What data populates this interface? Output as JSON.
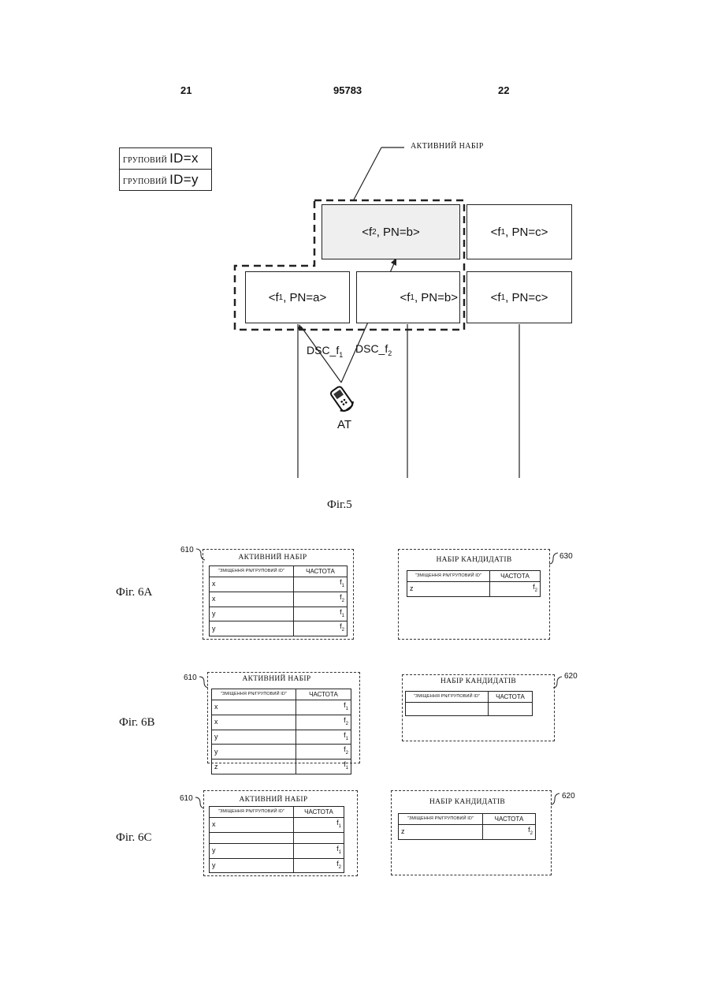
{
  "header": {
    "left_page": "21",
    "doc_number": "95783",
    "right_page": "22"
  },
  "legend": [
    {
      "label": "ГРУПОВИЙ",
      "id": "ID=x"
    },
    {
      "label": "ГРУПОВИЙ",
      "id": "ID=y"
    }
  ],
  "fig5": {
    "active_set_label": "АКТИВНИЙ НАБІР",
    "cells": [
      {
        "f": "f",
        "sub": "2",
        "pn": ", PN=b>"
      },
      {
        "f": "f",
        "sub": "1",
        "pn": ", PN=c>"
      },
      {
        "f": "f",
        "sub": "1",
        "pn": ", PN=a>"
      },
      {
        "f": "f",
        "sub": "1",
        "pn": ", PN=b>"
      },
      {
        "f": "f",
        "sub": "1",
        "pn": ", PN=c>"
      }
    ],
    "dsc1": {
      "text": "DSC_f",
      "sub": "1"
    },
    "dsc2": {
      "text": "DSC_f",
      "sub": "2"
    },
    "terminal": "AT",
    "caption": "Фіг.5"
  },
  "col_offset": "\"ЗМІЩЕННЯ PN/ГРУПОВИЙ ID\"",
  "col_freq": "ЧАСТОТА",
  "fig6a": {
    "caption": "Фіг. 6А",
    "active": {
      "ref": "610",
      "title": "АКТИВНИЙ НАБІР",
      "rows": [
        {
          "id": "x",
          "f": "f",
          "sub": "1"
        },
        {
          "id": "x",
          "f": "f",
          "sub": "2"
        },
        {
          "id": "y",
          "f": "f",
          "sub": "1"
        },
        {
          "id": "y",
          "f": "f",
          "sub": "2"
        }
      ]
    },
    "candidate": {
      "ref": "630",
      "title": "НАБІР КАНДИДАТІВ",
      "rows": [
        {
          "id": "z",
          "f": "f",
          "sub": "2"
        }
      ]
    }
  },
  "fig6b": {
    "caption": "Фіг. 6В",
    "active": {
      "ref": "610",
      "title": "АКТИВНИЙ НАБІР",
      "rows": [
        {
          "id": "x",
          "f": "f",
          "sub": "1"
        },
        {
          "id": "x",
          "f": "f",
          "sub": "2"
        },
        {
          "id": "y",
          "f": "f",
          "sub": "1"
        },
        {
          "id": "y",
          "f": "f",
          "sub": "2"
        },
        {
          "id": "z",
          "f": "f",
          "sub": "1"
        }
      ]
    },
    "candidate": {
      "ref": "620",
      "title": "НАБІР КАНДИДАТІВ",
      "rows": []
    }
  },
  "fig6c": {
    "caption": "Фіг. 6С",
    "active": {
      "ref": "610",
      "title": "АКТИВНИЙ НАБІР",
      "rows": [
        {
          "id": "x",
          "f": "f",
          "sub": "1"
        },
        {
          "id": "",
          "f": "",
          "sub": ""
        },
        {
          "id": "y",
          "f": "f",
          "sub": "1"
        },
        {
          "id": "y",
          "f": "f",
          "sub": "2"
        }
      ]
    },
    "candidate": {
      "ref": "620",
      "title": "НАБІР КАНДИДАТІВ",
      "rows": [
        {
          "id": "z",
          "f": "f",
          "sub": "2"
        }
      ]
    }
  }
}
